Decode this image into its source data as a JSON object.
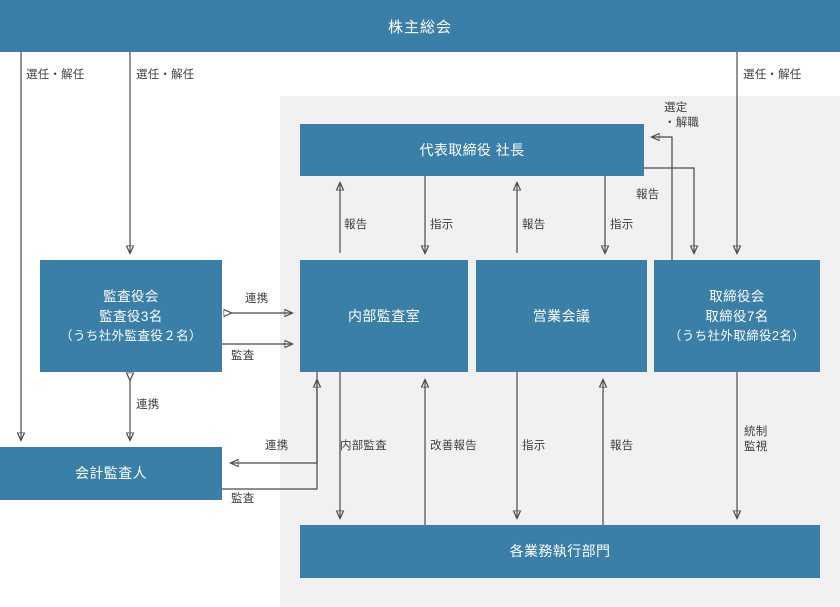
{
  "diagram": {
    "title": "株主総会",
    "colors": {
      "box_blue": "#3a7fa8",
      "panel_gray": "#f1f1f1",
      "line": "#4a4a4a",
      "background": "#ffffff"
    },
    "banner": {
      "label": "株主総会"
    },
    "nodes": {
      "kansayakukai": {
        "line1": "監査役会",
        "line2": "監査役3名",
        "line3": "（うち社外監査役２名）"
      },
      "kaikei_kansanin": {
        "label": "会計監査人"
      },
      "shacho": {
        "label": "代表取締役 社長"
      },
      "naibu_kansashitsu": {
        "label": "内部監査室"
      },
      "eigyo_kaigi": {
        "label": "営業会議"
      },
      "torishimariyakukai": {
        "line1": "取締役会",
        "line2": "取締役7名",
        "line3": "（うち社外取締役2名）"
      },
      "gyomu_shikko": {
        "label": "各業務執行部門"
      }
    },
    "edge_labels": {
      "senninkainin_1": "選任・解任",
      "senninkainin_2": "選任・解任",
      "senninkainin_3": "選任・解任",
      "sentei_kaishoku": "選定\n・解職",
      "hokoku_board": "報告",
      "renkei_top": "連携",
      "kansa_top": "監査",
      "renkei_mid": "連携",
      "renkei_low": "連携",
      "kansa_low": "監査",
      "hokoku_1": "報告",
      "shiji_1": "指示",
      "hokoku_2": "報告",
      "shiji_2": "指示",
      "naibu_kansa": "内部監査",
      "kaizen_hokoku": "改善報告",
      "shiji_3": "指示",
      "hokoku_3": "報告",
      "tosei_kanshi": "統制\n監視"
    }
  }
}
